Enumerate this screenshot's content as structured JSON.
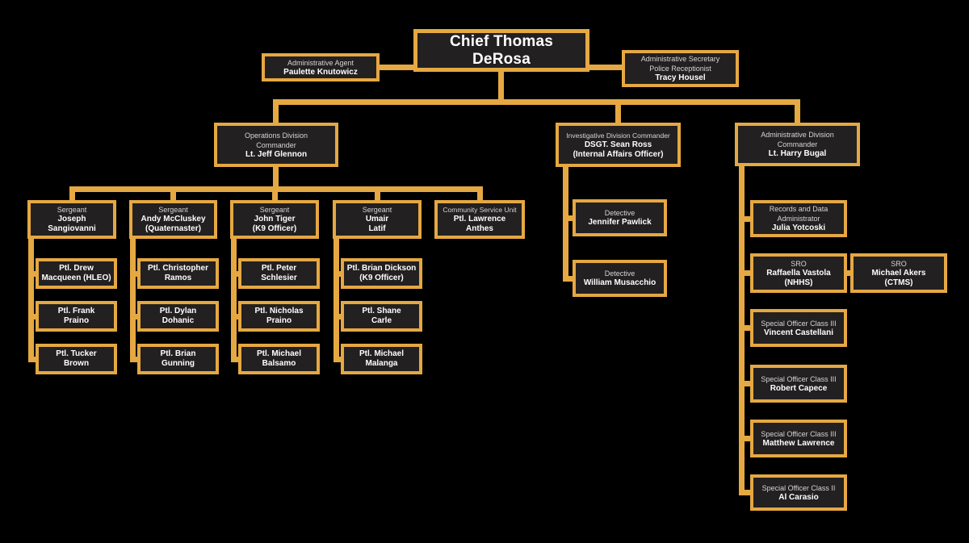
{
  "palette": {
    "accent": "#E5A842",
    "box_fill": "#232021",
    "title_color": "#D6D4D4",
    "name_color": "#FFFFFF",
    "background": "#000000"
  },
  "chief": {
    "name": "Chief Thomas DeRosa"
  },
  "staff": {
    "agent": {
      "title": "Administrative Agent",
      "name": "Paulette Knutowicz"
    },
    "secretary": {
      "title1": "Administrative Secretary",
      "title2": "Police Receptionist",
      "name": "Tracy Housel"
    }
  },
  "divisions": {
    "operations": {
      "commander": {
        "title1": "Operations Division",
        "title2": "Commander",
        "name": "Lt. Jeff Glennon"
      },
      "units": [
        {
          "title": "Sergeant",
          "n1": "Joseph",
          "n2": "Sangiovanni",
          "officers": [
            {
              "l1": "Ptl. Drew",
              "l2": "Macqueen (HLEO)"
            },
            {
              "l1": "Ptl. Frank",
              "l2": "Praino"
            },
            {
              "l1": "Ptl. Tucker",
              "l2": "Brown"
            }
          ]
        },
        {
          "title": "Sergeant",
          "n1": "Andy McCluskey",
          "n2": "(Quaternaster)",
          "officers": [
            {
              "l1": "Ptl. Christopher",
              "l2": "Ramos"
            },
            {
              "l1": "Ptl. Dylan",
              "l2": "Dohanic"
            },
            {
              "l1": "Ptl. Brian",
              "l2": "Gunning"
            }
          ]
        },
        {
          "title": "Sergeant",
          "n1": "John Tiger",
          "n2": "(K9 Officer)",
          "officers": [
            {
              "l1": "Ptl. Peter",
              "l2": "Schlesier"
            },
            {
              "l1": "Ptl. Nicholas",
              "l2": "Praino"
            },
            {
              "l1": "Ptl. Michael",
              "l2": "Balsamo"
            }
          ]
        },
        {
          "title": "Sergeant",
          "n1": "Umair",
          "n2": "Latif",
          "officers": [
            {
              "l1": "Ptl. Brian Dickson",
              "l2": "(K9 Officer)"
            },
            {
              "l1": "Ptl. Shane",
              "l2": "Carle"
            },
            {
              "l1": "Ptl. Michael",
              "l2": "Malanga"
            }
          ]
        },
        {
          "title": "Community Service Unit",
          "n1": "Ptl. Lawrence",
          "n2": "Anthes",
          "officers": []
        }
      ]
    },
    "investigative": {
      "commander": {
        "title": "Investigative Division Commander",
        "n1": "DSGT. Sean Ross",
        "n2": "(Internal Affairs Officer)"
      },
      "detectives": [
        {
          "title": "Detective",
          "name": "Jennifer Pawlick"
        },
        {
          "title": "Detective",
          "name": "William Musacchio"
        }
      ]
    },
    "administrative": {
      "commander": {
        "title1": "Administrative Division",
        "title2": "Commander",
        "name": "Lt. Harry Bugal"
      },
      "staff": [
        {
          "title1": "Records and Data",
          "title2": "Administrator",
          "name": "Julia Yotcoski"
        },
        {
          "title": "SRO",
          "n1": "Raffaella Vastola",
          "n2": "(NHHS)"
        },
        {
          "title": "Special Officer Class III",
          "name": "Vincent Castellani"
        },
        {
          "title": "Special Officer Class III",
          "name": "Robert Capece"
        },
        {
          "title": "Special Officer Class III",
          "name": "Matthew Lawrence"
        },
        {
          "title": "Special Officer Class II",
          "name": "Al Carasio"
        }
      ],
      "sro_secondary": {
        "title": "SRO",
        "n1": "Michael Akers",
        "n2": "(CTMS)"
      }
    }
  }
}
